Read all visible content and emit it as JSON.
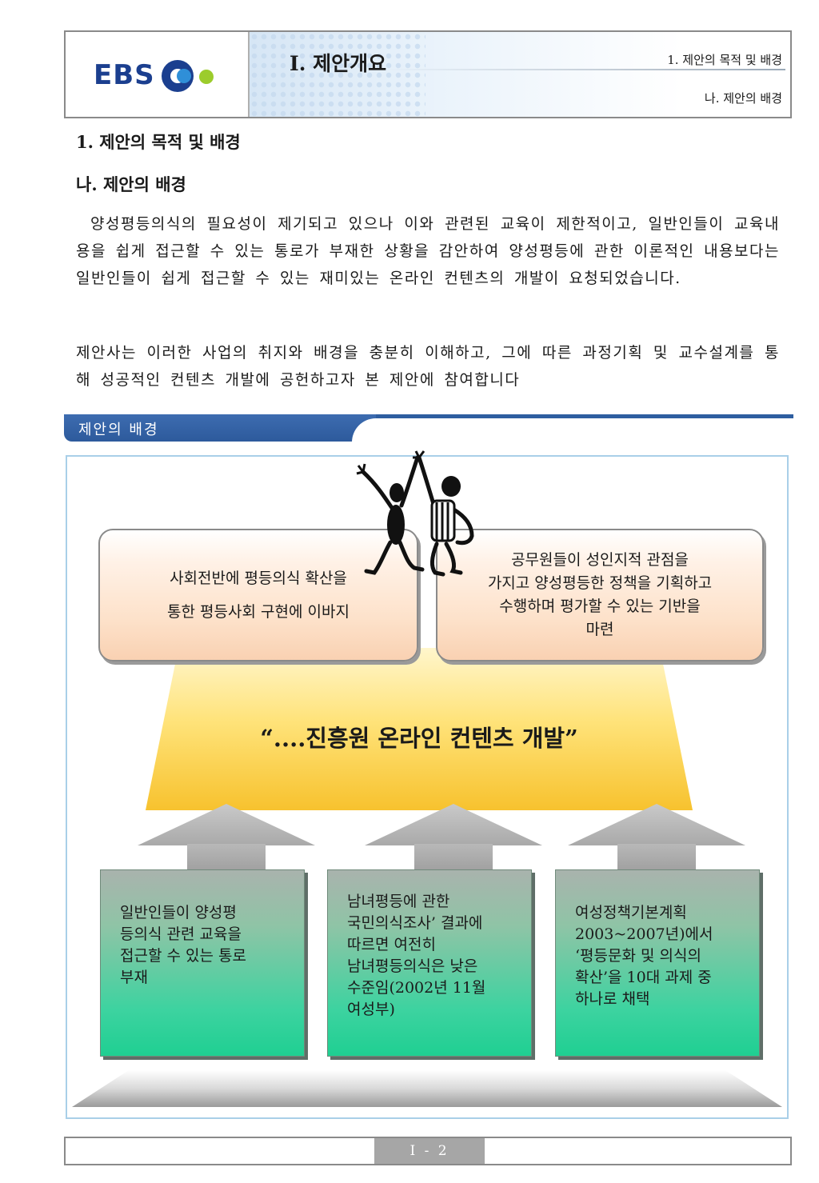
{
  "header": {
    "logo_text": "EBS",
    "chapter_title": "Ⅰ. 제안개요",
    "section": "1. 제안의 목적 및 배경",
    "subsection": "나. 제안의 배경"
  },
  "body": {
    "heading1": "1. 제안의 목적 및 배경",
    "heading2": "나. 제안의 배경",
    "paragraph1": "양성평등의식의 필요성이 제기되고 있으나 이와 관련된 교육이 제한적이고, 일반인들이 교육내용을 쉽게 접근할 수 있는 통로가 부재한 상황을 감안하여 양성평등에 관한 이론적인 내용보다는 일반인들이 쉽게 접근할 수 있는 재미있는 온라인 컨텐츠의 개발이 요청되었습니다.",
    "paragraph2": "제안사는 이러한 사업의 취지와 배경을 충분히 이해하고, 그에 따른 과정기획 및 교수설계를 통해 성공적인 컨텐츠 개발에 공헌하고자 본 제안에 참여합니다"
  },
  "banner": {
    "title": "제안의 배경",
    "color": "#2e5ea0"
  },
  "diagram": {
    "goal_left": "사회전반에 평등의식 확산을\n통한 평등사회 구현에 이바지",
    "goal_right": "공무원들이 성인지적 관점을\n가지고 양성평등한 정책을 기획하고\n수행하며 평가할 수 있는 기반을\n마련",
    "slogan": "“....진흥원 온라인 컨텐츠 개발”",
    "causes": [
      "일반인들이 양성평\n등의식 관련 교육을\n접근할 수 있는 통로\n부재",
      "남녀평등에 관한\n국민의식조사’ 결과에\n따르면 여전히\n남녀평등의식은 낮은\n수준임(2002년 11월\n여성부)",
      "여성정책기본계획\n2003~2007년)에서\n‘평등문화 및 의식의\n확산’을 10대 과제 중\n하나로 채택"
    ],
    "icons": {
      "figures": "high-five-figures-icon",
      "arrow": "up-arrow-icon"
    },
    "colors": {
      "cause_fill": "#1fcf92",
      "slogan_fill": "#f7c22e",
      "goal_fill": "#fde1c9"
    }
  },
  "footer": {
    "page_number": "Ⅰ - 2"
  }
}
